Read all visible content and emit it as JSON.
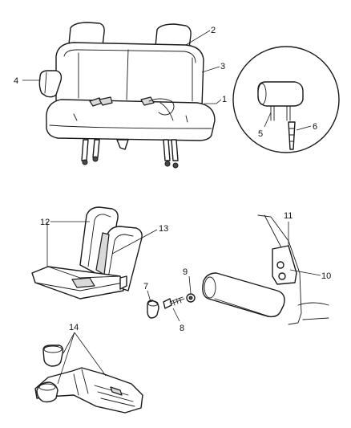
{
  "callouts": {
    "c1": "1",
    "c2": "2",
    "c3": "3",
    "c4": "4",
    "c5": "5",
    "c6": "6",
    "c7": "7",
    "c8": "8",
    "c9": "9",
    "c10": "10",
    "c11": "11",
    "c12": "12",
    "c13": "13",
    "c14": "14"
  },
  "colors": {
    "line": "#1a1a1a",
    "shade": "#d9d9d9",
    "background": "#ffffff"
  }
}
